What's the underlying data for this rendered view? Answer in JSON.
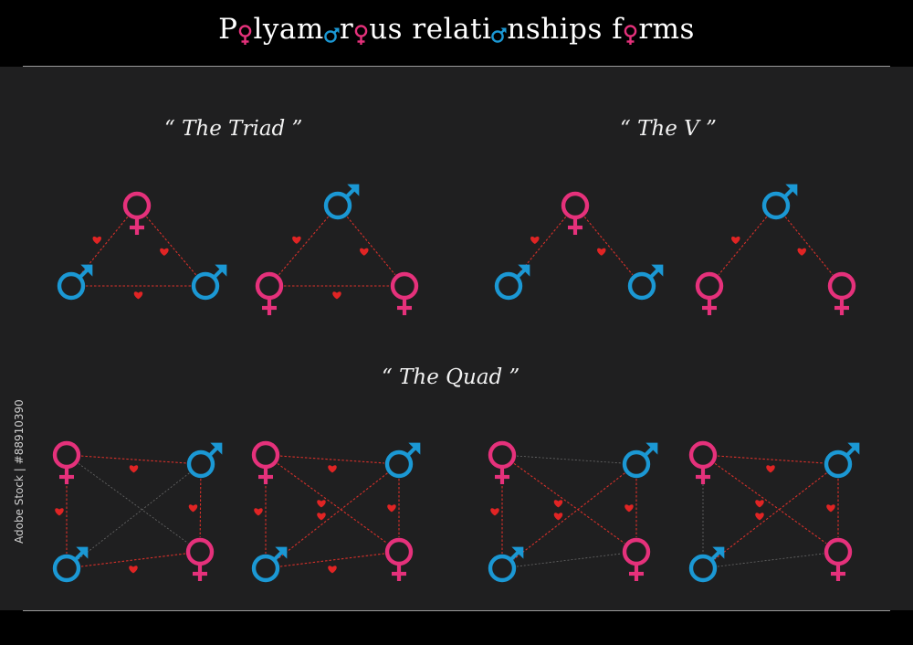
{
  "title": {
    "parts": [
      "P",
      "o",
      "lyam",
      "o",
      "r",
      "o",
      "us relati",
      "o",
      "nships f",
      "o",
      "rms"
    ],
    "glyph_types": [
      "text",
      "female",
      "text",
      "male",
      "text",
      "female",
      "text",
      "male",
      "text",
      "female",
      "text"
    ]
  },
  "headings": {
    "triad": "“ The  Triad ”",
    "v": "“ The   V ”",
    "quad": "“ The  Quad ”"
  },
  "watermark": "Adobe Stock | #88910390",
  "colors": {
    "background": "#1f1f20",
    "male": "#1b98d4",
    "female": "#e5317b",
    "heart": "#e02424",
    "bond_line": "#d9302a",
    "faint_line": "#6a6a6a"
  },
  "diagrams": [
    {
      "id": "triad-1",
      "nodes": [
        {
          "id": "a",
          "symbol": "female"
        },
        {
          "id": "b",
          "symbol": "male"
        },
        {
          "id": "c",
          "symbol": "male"
        }
      ],
      "links": [
        {
          "from": "a",
          "to": "b",
          "style": "bond",
          "heart": true
        },
        {
          "from": "a",
          "to": "c",
          "style": "bond",
          "heart": true
        },
        {
          "from": "b",
          "to": "c",
          "style": "bond",
          "heart": true
        }
      ]
    },
    {
      "id": "triad-2",
      "nodes": [
        {
          "id": "a",
          "symbol": "male"
        },
        {
          "id": "b",
          "symbol": "female"
        },
        {
          "id": "c",
          "symbol": "female"
        }
      ],
      "links": [
        {
          "from": "a",
          "to": "b",
          "style": "bond",
          "heart": true
        },
        {
          "from": "a",
          "to": "c",
          "style": "bond",
          "heart": true
        },
        {
          "from": "b",
          "to": "c",
          "style": "bond",
          "heart": true
        }
      ]
    },
    {
      "id": "v-1",
      "nodes": [
        {
          "id": "a",
          "symbol": "female"
        },
        {
          "id": "b",
          "symbol": "male"
        },
        {
          "id": "c",
          "symbol": "male"
        }
      ],
      "links": [
        {
          "from": "a",
          "to": "b",
          "style": "bond",
          "heart": true
        },
        {
          "from": "a",
          "to": "c",
          "style": "bond",
          "heart": true
        }
      ]
    },
    {
      "id": "v-2",
      "nodes": [
        {
          "id": "a",
          "symbol": "male"
        },
        {
          "id": "b",
          "symbol": "female"
        },
        {
          "id": "c",
          "symbol": "female"
        }
      ],
      "links": [
        {
          "from": "a",
          "to": "b",
          "style": "bond",
          "heart": true
        },
        {
          "from": "a",
          "to": "c",
          "style": "bond",
          "heart": true
        }
      ]
    },
    {
      "id": "quad-1",
      "nodes": [
        {
          "id": "tl",
          "symbol": "female"
        },
        {
          "id": "tr",
          "symbol": "male"
        },
        {
          "id": "bl",
          "symbol": "male"
        },
        {
          "id": "br",
          "symbol": "female"
        }
      ],
      "links": [
        {
          "from": "tl",
          "to": "tr",
          "style": "bond",
          "heart": true
        },
        {
          "from": "bl",
          "to": "br",
          "style": "bond",
          "heart": true
        },
        {
          "from": "tl",
          "to": "bl",
          "style": "bond",
          "heart": true
        },
        {
          "from": "tr",
          "to": "br",
          "style": "bond",
          "heart": true
        },
        {
          "from": "tl",
          "to": "br",
          "style": "faint",
          "heart": false
        },
        {
          "from": "tr",
          "to": "bl",
          "style": "faint",
          "heart": false
        }
      ]
    },
    {
      "id": "quad-2",
      "nodes": [
        {
          "id": "tl",
          "symbol": "female"
        },
        {
          "id": "tr",
          "symbol": "male"
        },
        {
          "id": "bl",
          "symbol": "male"
        },
        {
          "id": "br",
          "symbol": "female"
        }
      ],
      "links": [
        {
          "from": "tl",
          "to": "tr",
          "style": "bond",
          "heart": true
        },
        {
          "from": "bl",
          "to": "br",
          "style": "bond",
          "heart": true
        },
        {
          "from": "tl",
          "to": "bl",
          "style": "bond",
          "heart": true
        },
        {
          "from": "tr",
          "to": "br",
          "style": "bond",
          "heart": true
        },
        {
          "from": "tl",
          "to": "br",
          "style": "bond",
          "heart": true
        },
        {
          "from": "tr",
          "to": "bl",
          "style": "bond",
          "heart": true
        }
      ]
    },
    {
      "id": "quad-3",
      "nodes": [
        {
          "id": "tl",
          "symbol": "female"
        },
        {
          "id": "tr",
          "symbol": "male"
        },
        {
          "id": "bl",
          "symbol": "male"
        },
        {
          "id": "br",
          "symbol": "female"
        }
      ],
      "links": [
        {
          "from": "tl",
          "to": "tr",
          "style": "faint",
          "heart": false
        },
        {
          "from": "bl",
          "to": "br",
          "style": "faint",
          "heart": false
        },
        {
          "from": "tl",
          "to": "bl",
          "style": "bond",
          "heart": true
        },
        {
          "from": "tr",
          "to": "br",
          "style": "bond",
          "heart": true
        },
        {
          "from": "tl",
          "to": "br",
          "style": "bond",
          "heart": true
        },
        {
          "from": "tr",
          "to": "bl",
          "style": "bond",
          "heart": true
        }
      ]
    },
    {
      "id": "quad-4",
      "nodes": [
        {
          "id": "tl",
          "symbol": "female"
        },
        {
          "id": "tr",
          "symbol": "male"
        },
        {
          "id": "bl",
          "symbol": "male"
        },
        {
          "id": "br",
          "symbol": "female"
        }
      ],
      "links": [
        {
          "from": "tl",
          "to": "tr",
          "style": "bond",
          "heart": true
        },
        {
          "from": "bl",
          "to": "br",
          "style": "faint",
          "heart": false
        },
        {
          "from": "tl",
          "to": "bl",
          "style": "faint",
          "heart": false
        },
        {
          "from": "tr",
          "to": "br",
          "style": "bond",
          "heart": true
        },
        {
          "from": "tl",
          "to": "br",
          "style": "bond",
          "heart": true
        },
        {
          "from": "tr",
          "to": "bl",
          "style": "bond",
          "heart": true
        }
      ]
    }
  ]
}
